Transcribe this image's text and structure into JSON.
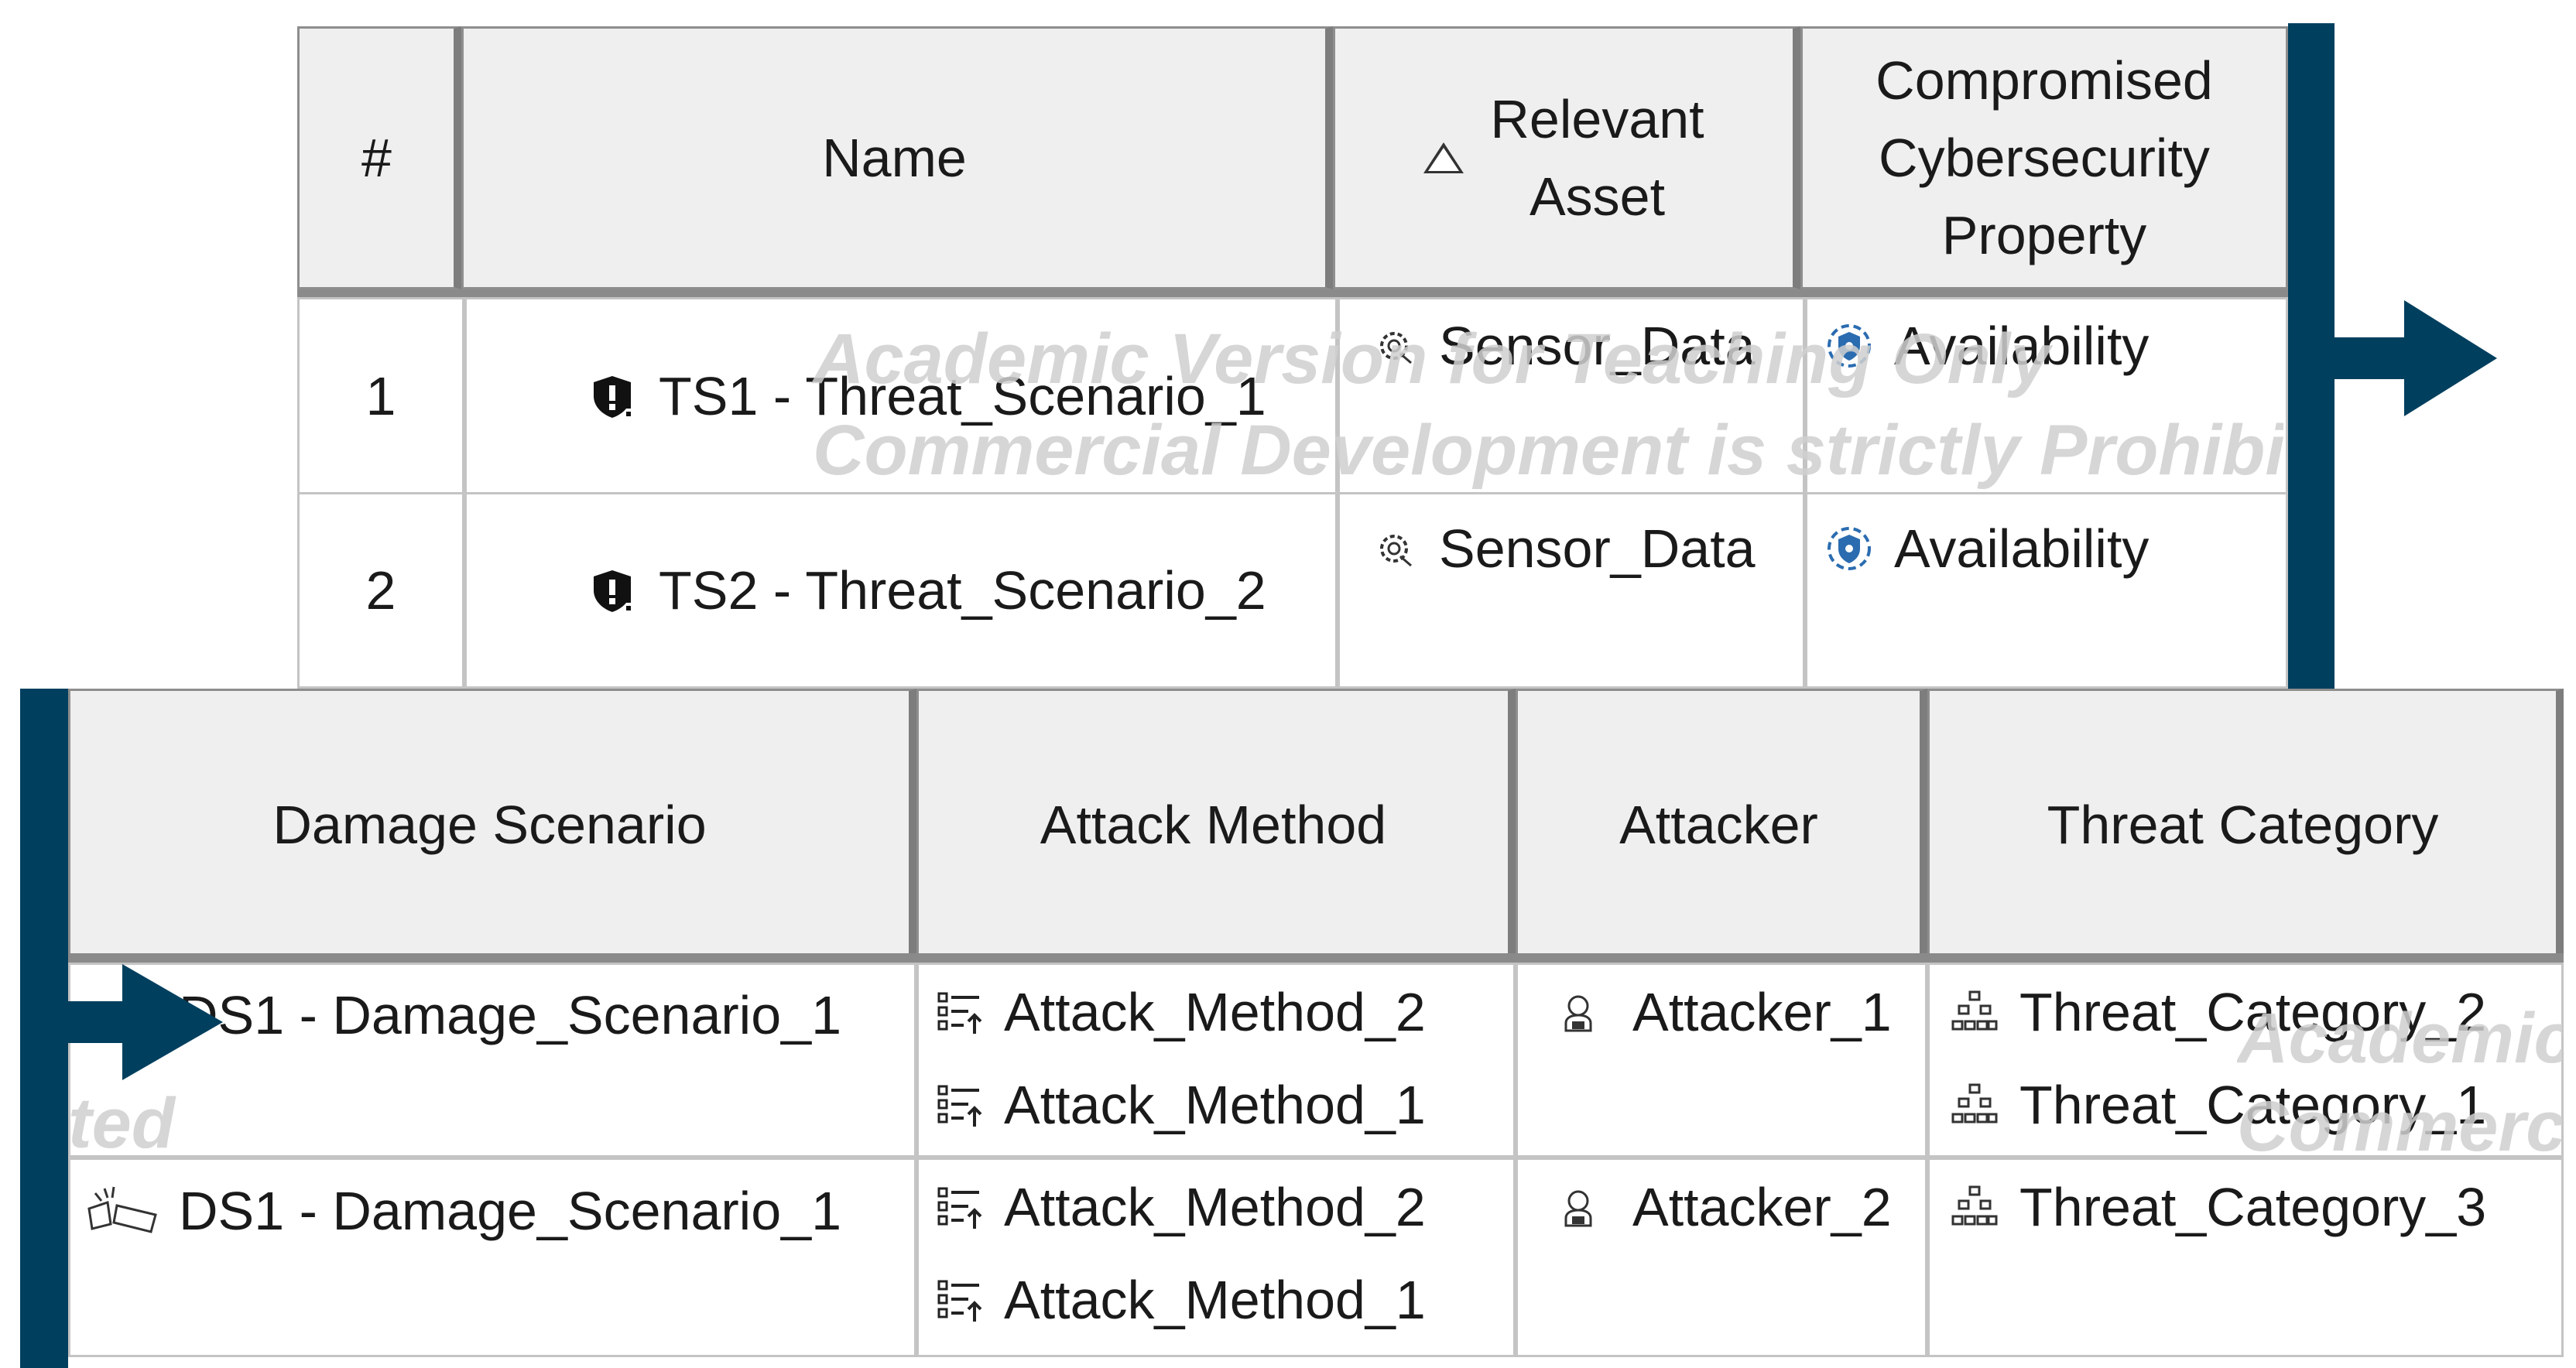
{
  "top_table": {
    "headers": {
      "num": "#",
      "name": "Name",
      "asset_line1": "Relevant",
      "asset_line2": "Asset",
      "prop_line1": "Compromised",
      "prop_line2": "Cybersecurity",
      "prop_line3": "Property"
    },
    "rows": [
      {
        "num": "1",
        "name": "TS1 - Threat_Scenario_1",
        "asset": "Sensor_Data",
        "property": "Availability"
      },
      {
        "num": "2",
        "name": "TS2 - Threat_Scenario_2",
        "asset": "Sensor_Data",
        "property": "Availability"
      }
    ]
  },
  "bottom_table": {
    "headers": {
      "damage": "Damage Scenario",
      "method": "Attack Method",
      "attacker": "Attacker",
      "category": "Threat Category"
    },
    "rows": [
      {
        "damage": "DS1 - Damage_Scenario_1",
        "methods": [
          "Attack_Method_2",
          "Attack_Method_1"
        ],
        "attacker": "Attacker_1",
        "categories": [
          "Threat_Category_2",
          "Threat_Category_1"
        ]
      },
      {
        "damage": "DS1 - Damage_Scenario_1",
        "methods": [
          "Attack_Method_2",
          "Attack_Method_1"
        ],
        "attacker": "Attacker_2",
        "categories": [
          "Threat_Category_3"
        ]
      }
    ]
  },
  "watermark": {
    "line1": "Academic Version for Teaching Only",
    "line2": "Commercial Development is strictly Prohibited",
    "fragment_left": "ted",
    "fragment_right1": "Academic",
    "fragment_right2": "Commerc"
  },
  "colors": {
    "accent": "#003f5e",
    "header_bg": "#efefef"
  },
  "icons": {
    "threat_scenario": "shield-alert-icon",
    "asset": "gear-data-icon",
    "property": "shield-availability-icon",
    "damage": "broken-car-icon",
    "attack_method": "list-arrow-icon",
    "attacker": "hacker-icon",
    "threat_category": "hierarchy-icon",
    "sort": "sort-triangle-icon",
    "arrow": "right-arrow-icon"
  }
}
